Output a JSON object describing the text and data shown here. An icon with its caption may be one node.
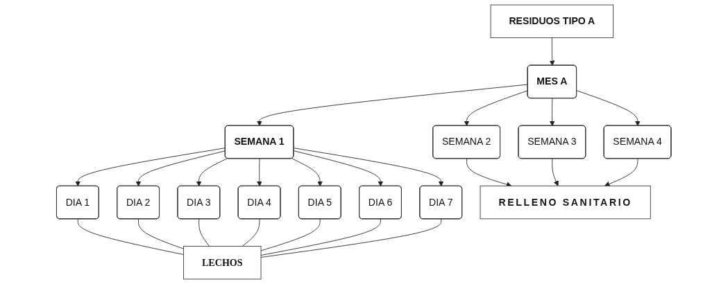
{
  "diagram": {
    "nodes": [
      {
        "text": [
          "RESIDUOS TIPO A"
        ]
      },
      {
        "text": [
          "MES A"
        ]
      },
      {
        "text": [
          "SEMANA 1"
        ]
      },
      {
        "text": [
          "SEMANA 2"
        ]
      },
      {
        "text": [
          "SEMANA 3"
        ]
      },
      {
        "text": [
          "SEMANA 4"
        ]
      },
      {
        "text": [
          "DIA 1"
        ]
      },
      {
        "text": [
          "DIA 2"
        ]
      },
      {
        "text": [
          "DIA 3"
        ]
      },
      {
        "text": [
          "DIA 4"
        ]
      },
      {
        "text": [
          "DIA 5"
        ]
      },
      {
        "text": [
          "DIA 6"
        ]
      },
      {
        "text": [
          "DIA 7"
        ]
      },
      {
        "text": [
          "LECHOS"
        ]
      },
      {
        "text": [
          "RELLENO SANITARIO"
        ]
      }
    ],
    "edges": [
      {
        "from": 0,
        "to": 1,
        "arrow": "to"
      },
      {
        "from": 1,
        "to": 2,
        "arrow": "to"
      },
      {
        "from": 1,
        "to": 3,
        "arrow": "to"
      },
      {
        "from": 1,
        "to": 4,
        "arrow": "to"
      },
      {
        "from": 1,
        "to": 5,
        "arrow": "to"
      },
      {
        "from": 2,
        "to": 6,
        "arrow": "to"
      },
      {
        "from": 2,
        "to": 7,
        "arrow": "to"
      },
      {
        "from": 2,
        "to": 8,
        "arrow": "to"
      },
      {
        "from": 2,
        "to": 9,
        "arrow": "to"
      },
      {
        "from": 2,
        "to": 10,
        "arrow": "to"
      },
      {
        "from": 2,
        "to": 11,
        "arrow": "to"
      },
      {
        "from": 2,
        "to": 12,
        "arrow": "to"
      },
      {
        "from": 6,
        "to": 13,
        "arrow": "none"
      },
      {
        "from": 7,
        "to": 13,
        "arrow": "none"
      },
      {
        "from": 8,
        "to": 13,
        "arrow": "none"
      },
      {
        "from": 9,
        "to": 13,
        "arrow": "none"
      },
      {
        "from": 10,
        "to": 13,
        "arrow": "none"
      },
      {
        "from": 11,
        "to": 13,
        "arrow": "none"
      },
      {
        "from": 12,
        "to": 13,
        "arrow": "none"
      },
      {
        "from": 3,
        "to": 14,
        "arrow": "to"
      },
      {
        "from": 4,
        "to": 14,
        "arrow": "to"
      },
      {
        "from": 5,
        "to": 14,
        "arrow": "to"
      }
    ]
  }
}
